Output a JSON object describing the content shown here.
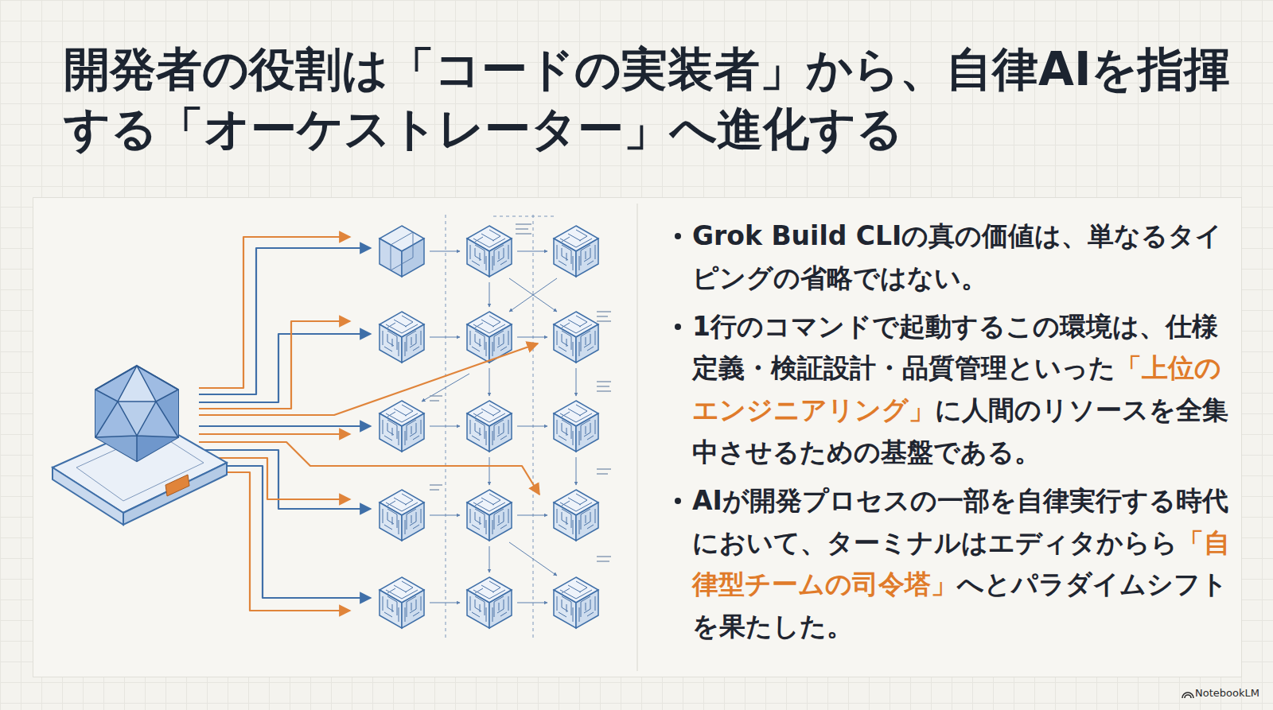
{
  "diagram": {
    "title": "開発者の役割は「コードの実装者」から、自律AIを指揮する「オーケストレーター」へ進化する",
    "nodes": [
      {
        "text": [
          "Grok Build CLIの真の価値は、単なるタイピングの省略ではない。",
          "1行のコマンドで起動するこの環境は、仕様定義・検証設計・品質管理といった「上位のエンジニアリング」に人間のリソースを全集中させるための基盤である。",
          "AIが開発プロセスの一部を自律実行する時代において、ターミナルはエディタからら「自律型チームの司令塔」へとパラダイムシフトを果たした。"
        ]
      }
    ],
    "labels": [
      "NotebookLM"
    ]
  }
}
